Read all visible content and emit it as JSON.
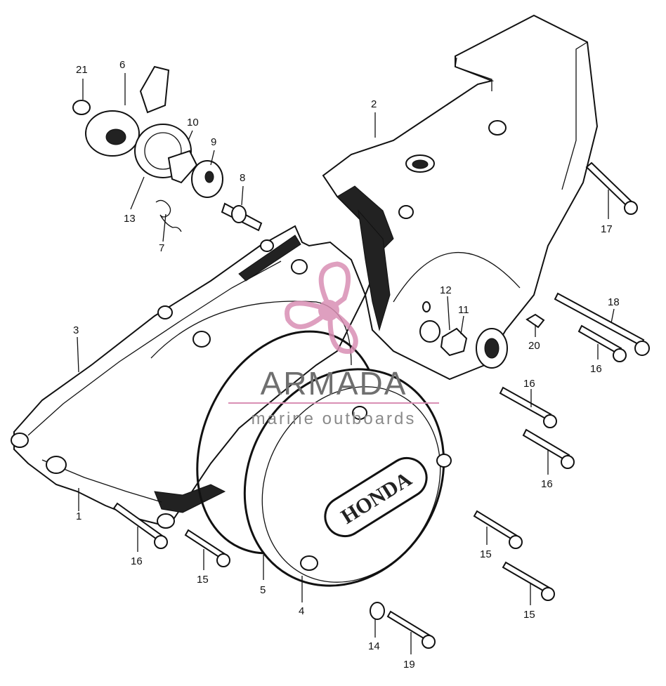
{
  "watermark": {
    "brand": "ARMADA",
    "tagline": "marine outboards",
    "color_pink": "#d98fb4"
  },
  "cover_logo": "HONDA",
  "callouts": [
    {
      "id": "c21a",
      "text": "21"
    },
    {
      "id": "c6",
      "text": "6"
    },
    {
      "id": "c10",
      "text": "10"
    },
    {
      "id": "c9",
      "text": "9"
    },
    {
      "id": "c8",
      "text": "8"
    },
    {
      "id": "c13",
      "text": "13"
    },
    {
      "id": "c7",
      "text": "7"
    },
    {
      "id": "c2",
      "text": "2"
    },
    {
      "id": "c17",
      "text": "17"
    },
    {
      "id": "c12",
      "text": "12"
    },
    {
      "id": "c11",
      "text": "11"
    },
    {
      "id": "c18",
      "text": "18"
    },
    {
      "id": "c20",
      "text": "20"
    },
    {
      "id": "c16a",
      "text": "16"
    },
    {
      "id": "c16b",
      "text": "16"
    },
    {
      "id": "c16c",
      "text": "16"
    },
    {
      "id": "c3",
      "text": "3"
    },
    {
      "id": "c1",
      "text": "1"
    },
    {
      "id": "c16d",
      "text": "16"
    },
    {
      "id": "c15a",
      "text": "15"
    },
    {
      "id": "c5",
      "text": "5"
    },
    {
      "id": "c4",
      "text": "4"
    },
    {
      "id": "c15b",
      "text": "15"
    },
    {
      "id": "c15c",
      "text": "15"
    },
    {
      "id": "c14",
      "text": "14"
    },
    {
      "id": "c19",
      "text": "19"
    }
  ]
}
